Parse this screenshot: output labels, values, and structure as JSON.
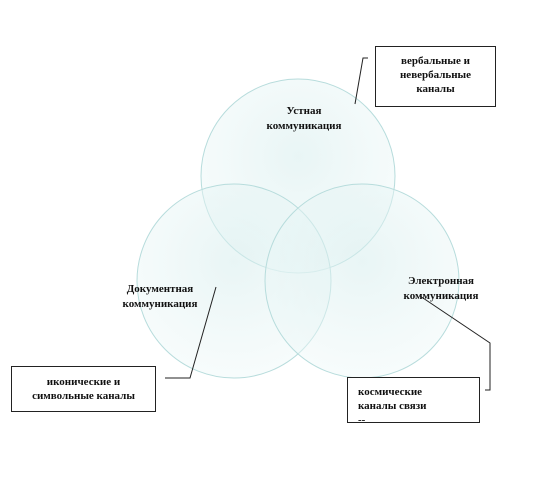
{
  "circles": [
    {
      "id": "oral",
      "label": "Устная\nкоммуникация"
    },
    {
      "id": "document",
      "label": "Документная\nкоммуникация"
    },
    {
      "id": "electronic",
      "label": "Электронная\nкоммуникация"
    }
  ],
  "callouts": [
    {
      "id": "verbal",
      "text": "вербальные и\nневербальные\nканалы"
    },
    {
      "id": "iconic",
      "text": "иконические и\nсимвольные каналы"
    },
    {
      "id": "cosmic",
      "text": "космические\nканалы связи\n--"
    }
  ],
  "colors": {
    "circle_fill": "#dcefef",
    "circle_stroke": "#b7dcdc",
    "line": "#222222"
  }
}
